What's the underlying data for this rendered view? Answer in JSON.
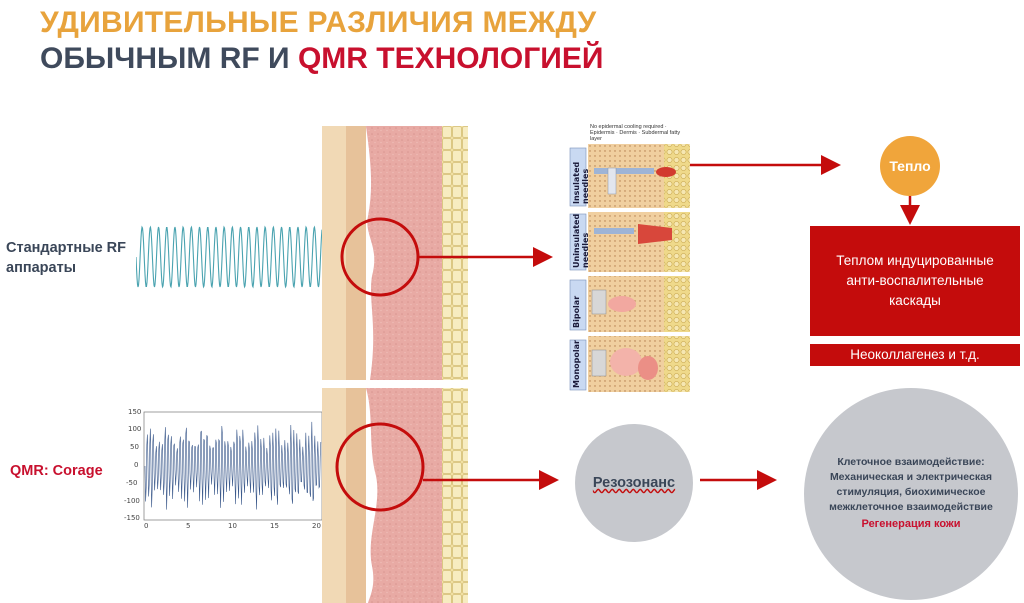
{
  "title": {
    "line1": "УДИВИТЕЛЬНЫЕ РАЗЛИЧИЯ МЕЖДУ",
    "line2_part1": "ОБЫЧНЫМ RF И ",
    "line2_part2": "QMR ТЕХНОЛОГИЕЙ"
  },
  "left": {
    "standard_label": "Стандартные RF аппараты",
    "qmr_label": "QMR: Corage"
  },
  "qmr_graph": {
    "y_ticks": [
      "150",
      "100",
      "50",
      "0",
      "-50",
      "-100",
      "-150"
    ],
    "x_ticks": [
      "0",
      "5",
      "10",
      "15",
      "20"
    ],
    "header": "wavy signal sample"
  },
  "panels": [
    {
      "label": "Insulated needles"
    },
    {
      "label": "Uninsulated needles"
    },
    {
      "label": "Bipolar"
    },
    {
      "label": "Monopolar"
    }
  ],
  "panel_top_labels": [
    "No epidermal cooling required",
    "Epidermis",
    "Dermis",
    "Subdermal fatty layer"
  ],
  "right": {
    "heat": "Тепло",
    "heat_box": "Теплом индуцированные анти-воспалительные каскады",
    "neo_box": "Неоколлагенез и т.д.",
    "resonance": "Резозонанс",
    "cell_text": "Клеточное взаимодействие: Механическая и электрическая стимуляция, биохимическое межклеточное взаимодействие",
    "cell_regen": "Регенерация кожи"
  },
  "colors": {
    "orange": "#e8a33c",
    "navy": "#3f4a5c",
    "red": "#c8102e",
    "box_red": "#c40c0c",
    "gray": "#c6c8cd"
  }
}
